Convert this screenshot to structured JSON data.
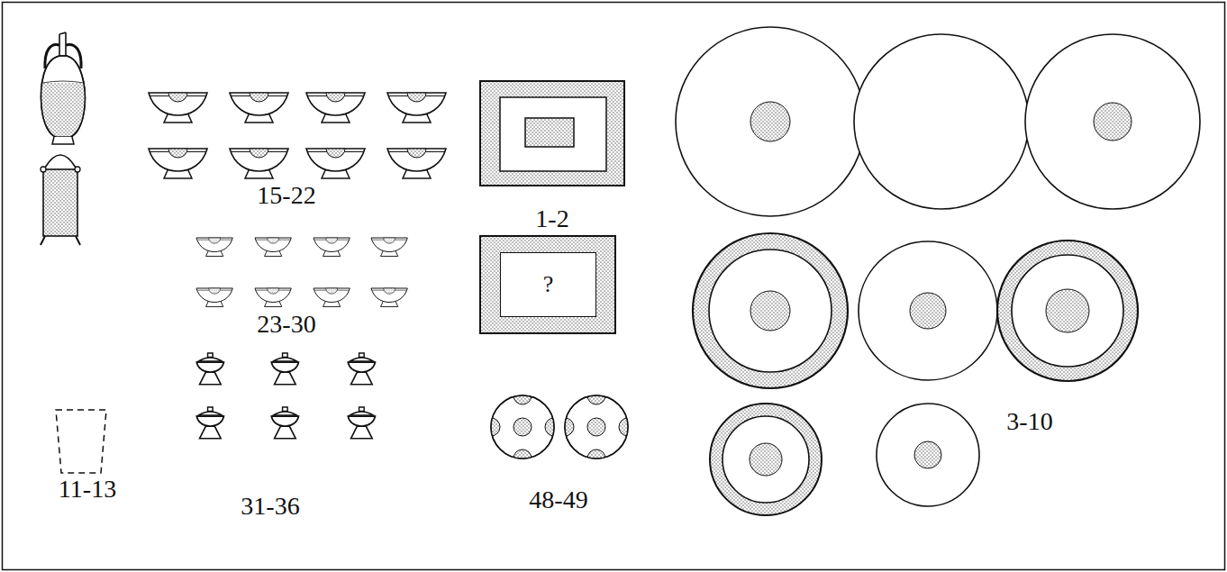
{
  "diagram": {
    "nodes": [
      {
        "text": [
          "?"
        ]
      }
    ],
    "labels": [
      "15-22",
      "1-2",
      "23-30",
      "3-10",
      "11-13",
      "48-49",
      "31-36"
    ]
  }
}
